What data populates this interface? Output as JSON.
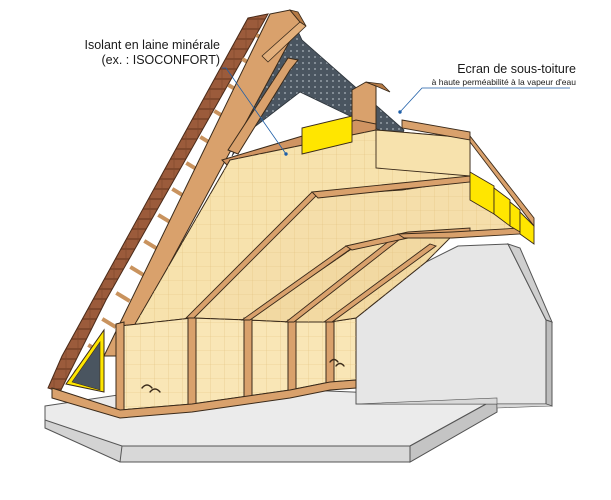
{
  "labels": {
    "insulation": {
      "line1": "Isolant en laine minérale",
      "line2": "(ex. : ISOCONFORT)"
    },
    "membrane": {
      "line1": "Ecran de sous-toiture",
      "line2": "à haute perméabilité à la vapeur d'eau"
    }
  },
  "colors": {
    "insulation": "#f7e2ad",
    "insulation_grid": "#e5c483",
    "timber": "#d9a16c",
    "timber_dark": "#b57a45",
    "tiles": "#9b5b3b",
    "membrane": "#4a5560",
    "end_insulation": "#ffe600",
    "concrete": "#e4e4e4",
    "concrete_dark": "#bdbdbd",
    "outline": "#3a2a1a"
  }
}
